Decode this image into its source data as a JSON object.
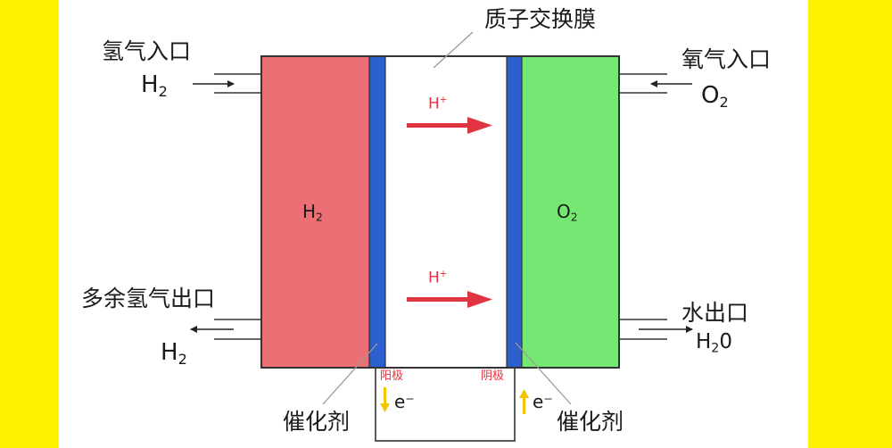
{
  "labels": {
    "membrane": "质子交换膜",
    "hydrogen_inlet": "氢气入口",
    "oxygen_inlet": "氧气入口",
    "excess_hydrogen_outlet": "多余氢气出口",
    "water_outlet": "水出口",
    "catalyst_left": "催化剂",
    "catalyst_right": "催化剂",
    "anode": "阳极",
    "cathode": "阴极"
  },
  "chemicals": {
    "hydrogen_in": {
      "base": "H",
      "sub": "2"
    },
    "oxygen_in": {
      "base": "O",
      "sub": "2"
    },
    "hydrogen_out": {
      "base": "H",
      "sub": "2"
    },
    "water_out": {
      "base": "H",
      "sub": "2",
      "tail": "0"
    },
    "hydrogen_chamber": {
      "base": "H",
      "sub": "2"
    },
    "oxygen_chamber": {
      "base": "O",
      "sub": "2"
    }
  },
  "ions": {
    "top": {
      "base": "H",
      "sup": "+"
    },
    "bottom": {
      "base": "H",
      "sup": "+"
    }
  },
  "electrons": {
    "left": "e⁻",
    "right": "e⁻"
  },
  "colors": {
    "background_band": "#fff200",
    "hydrogen_chamber": "#ec6f75",
    "oxygen_chamber": "#74e872",
    "electrode": "#2b5fce",
    "proton_arrow": "#e03540",
    "electron_arrow": "#f5c400",
    "outline": "#333333"
  }
}
